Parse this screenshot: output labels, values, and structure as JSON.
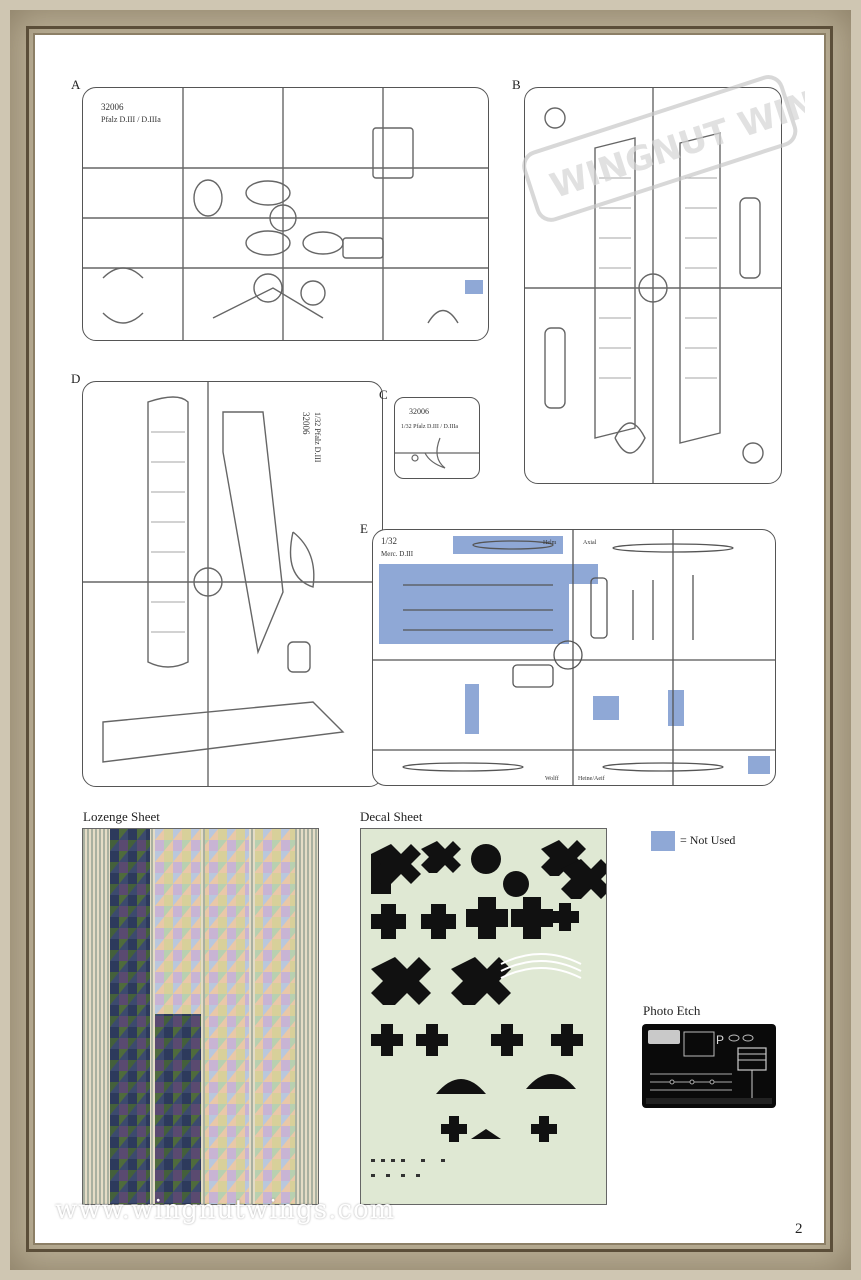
{
  "sprues": [
    {
      "letter": "A",
      "code": "32006",
      "title": "Pfalz D.III / D.IIIa"
    },
    {
      "letter": "B"
    },
    {
      "letter": "C",
      "code": "32006",
      "title": "1/32 Pfalz D.III / D.IIIa"
    },
    {
      "letter": "D",
      "code": "32006",
      "title": "1/32 Pfalz D.III"
    },
    {
      "letter": "E",
      "code": "1/32",
      "title": "Merc. D.III",
      "tags": [
        "Helm",
        "Axial",
        "Wolff",
        "Heine/Aeif"
      ]
    }
  ],
  "sections": {
    "lozenge_title": "Lozenge Sheet",
    "decal_title": "Decal Sheet",
    "photo_etch_title": "Photo Etch"
  },
  "legend": {
    "label": "= Not Used",
    "color": "#8fa8d6"
  },
  "watermarks": {
    "brand": "WINGNUT WINGS",
    "url": "www.wingnutwings.com"
  },
  "page_number": "2"
}
